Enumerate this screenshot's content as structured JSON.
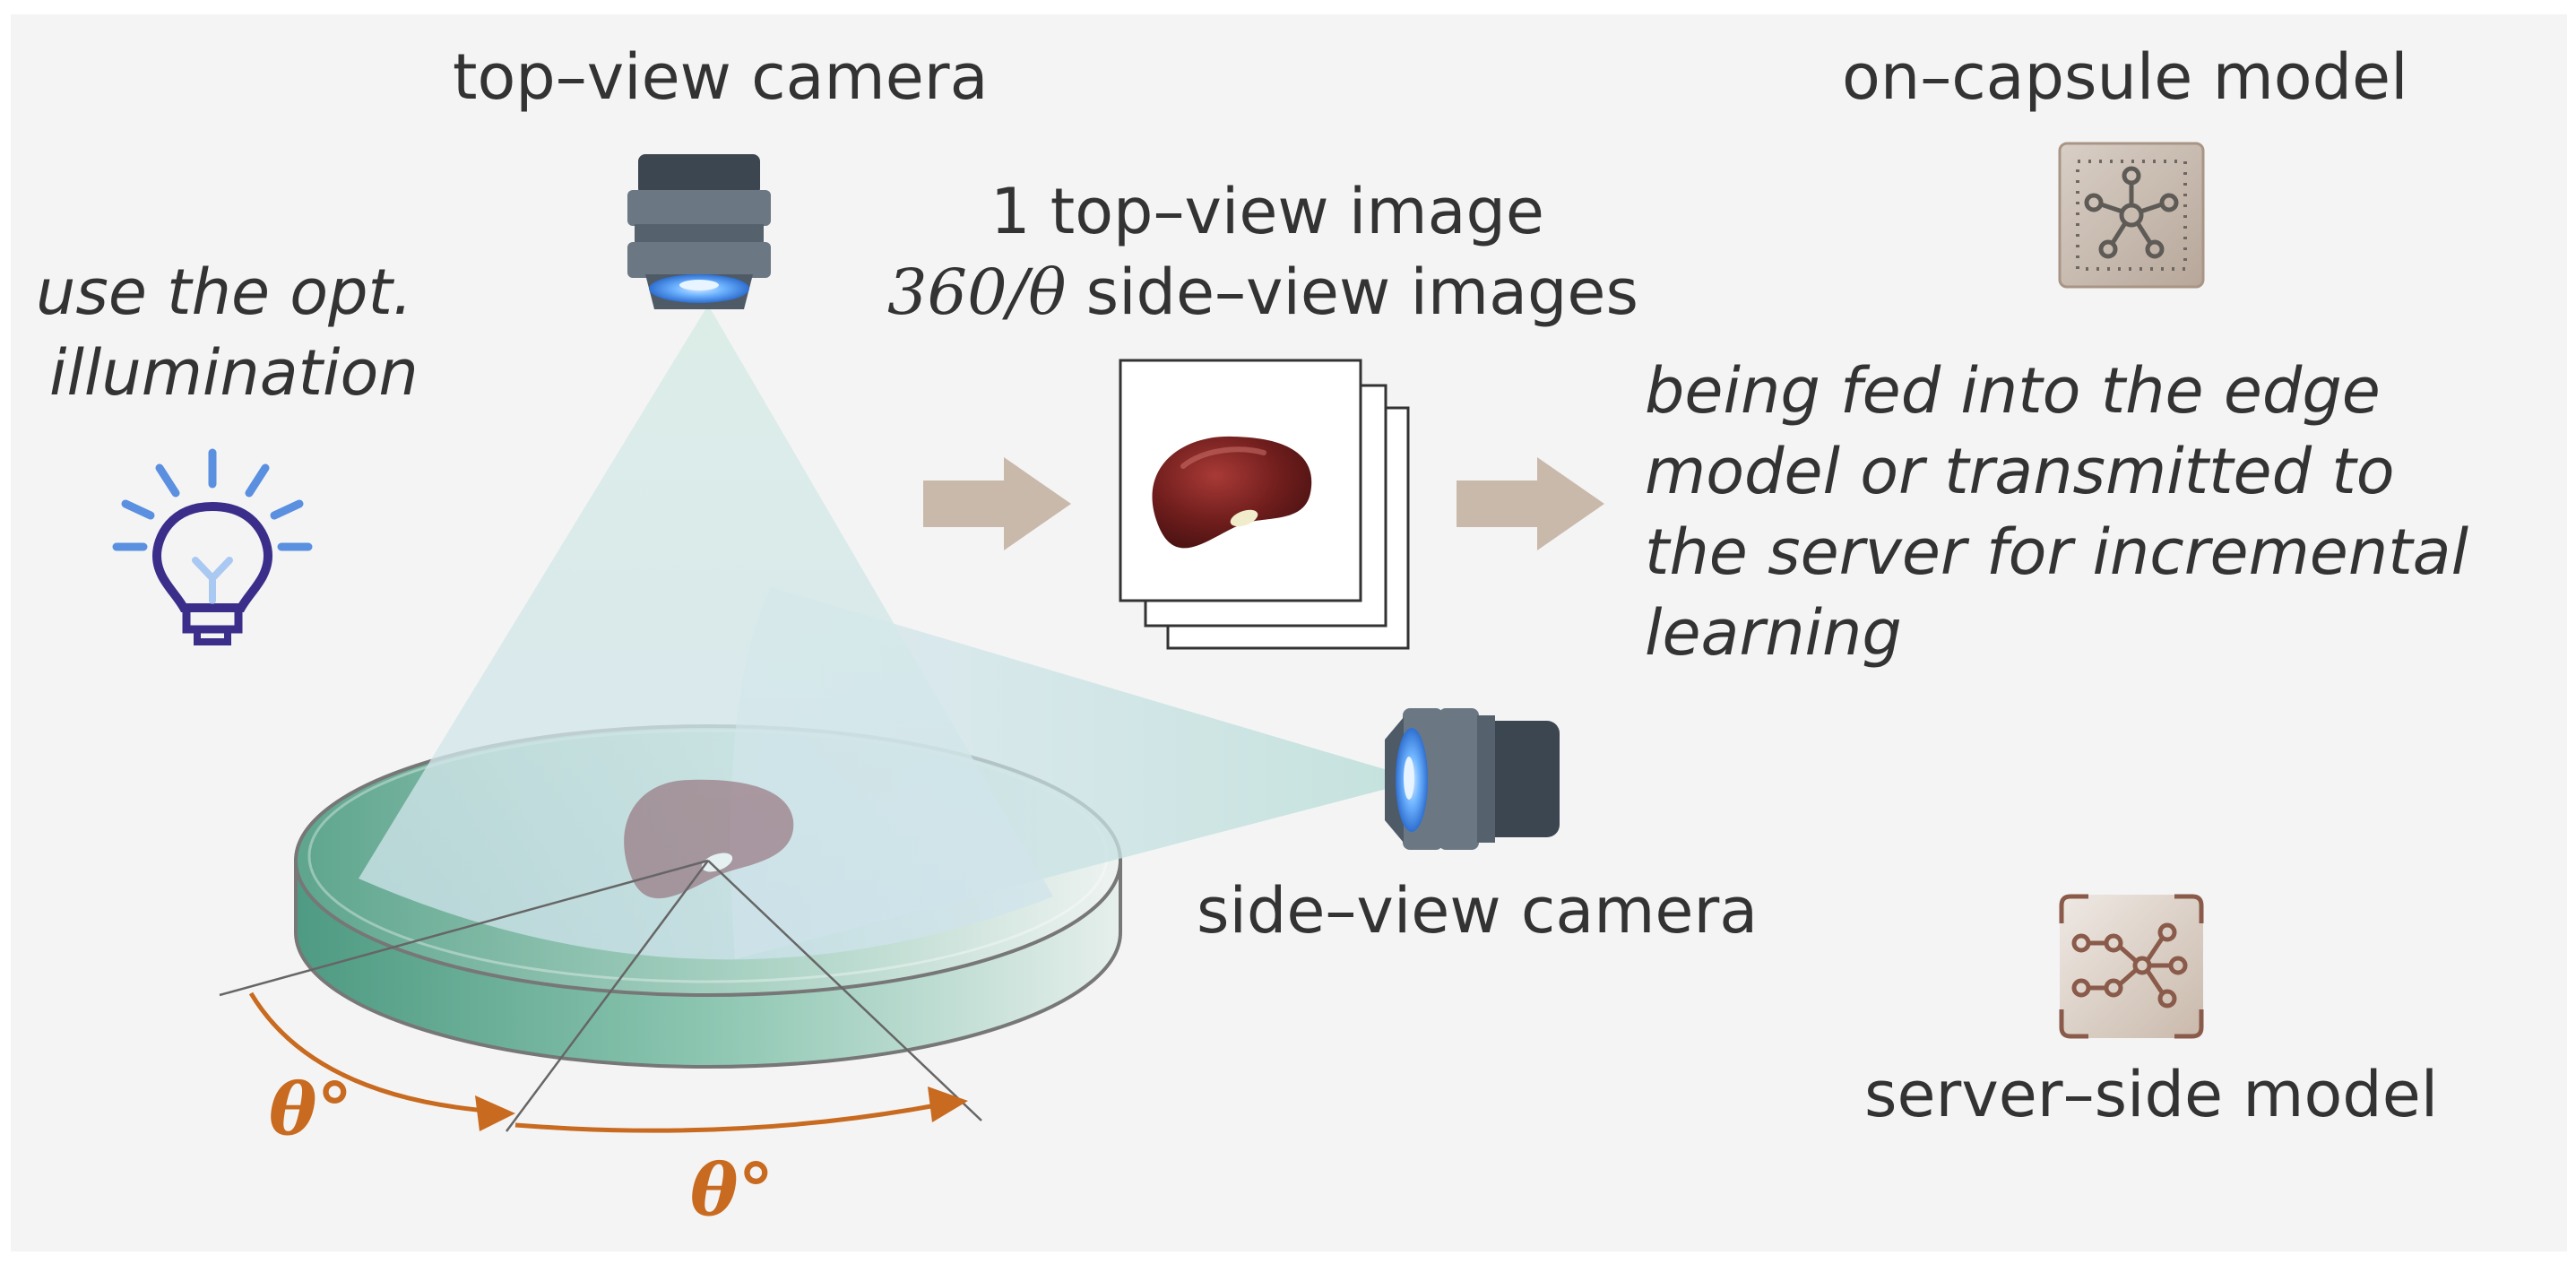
{
  "labels": {
    "top_camera": "top–view camera",
    "illumination_line1": "use the opt.",
    "illumination_line2": "illumination",
    "images_line1": "1 top–view image",
    "images_math": "360/θ",
    "images_rest": " side–view images",
    "fed_line1": "being fed into the edge",
    "fed_line2": "model or transmitted to",
    "fed_line3": "the server for incremental",
    "fed_line4": "learning",
    "on_capsule_model": "on–capsule model",
    "side_camera": "side–view camera",
    "server_model": "server–side model",
    "theta_1": "θ°",
    "theta_2": "θ°"
  },
  "icons": {
    "bulb": "light-bulb-icon",
    "top_camera": "top-camera-icon",
    "side_camera": "side-camera-icon",
    "on_capsule": "network-chip-icon",
    "server": "network-tree-icon",
    "bean": "kidney-bean-icon"
  },
  "colors": {
    "background": "#f4f4f4",
    "platform": "#5fa88f",
    "bean": "#6b1c1c",
    "arrow": "#c9b9ab",
    "angle": "#c86a1f",
    "bulb": "#3a2e8a",
    "bulb_rays": "#5b8fe0",
    "camera_body": "#4e5a66",
    "camera_lens": "#5aa0f0",
    "model_icon": "#b8a89b"
  }
}
